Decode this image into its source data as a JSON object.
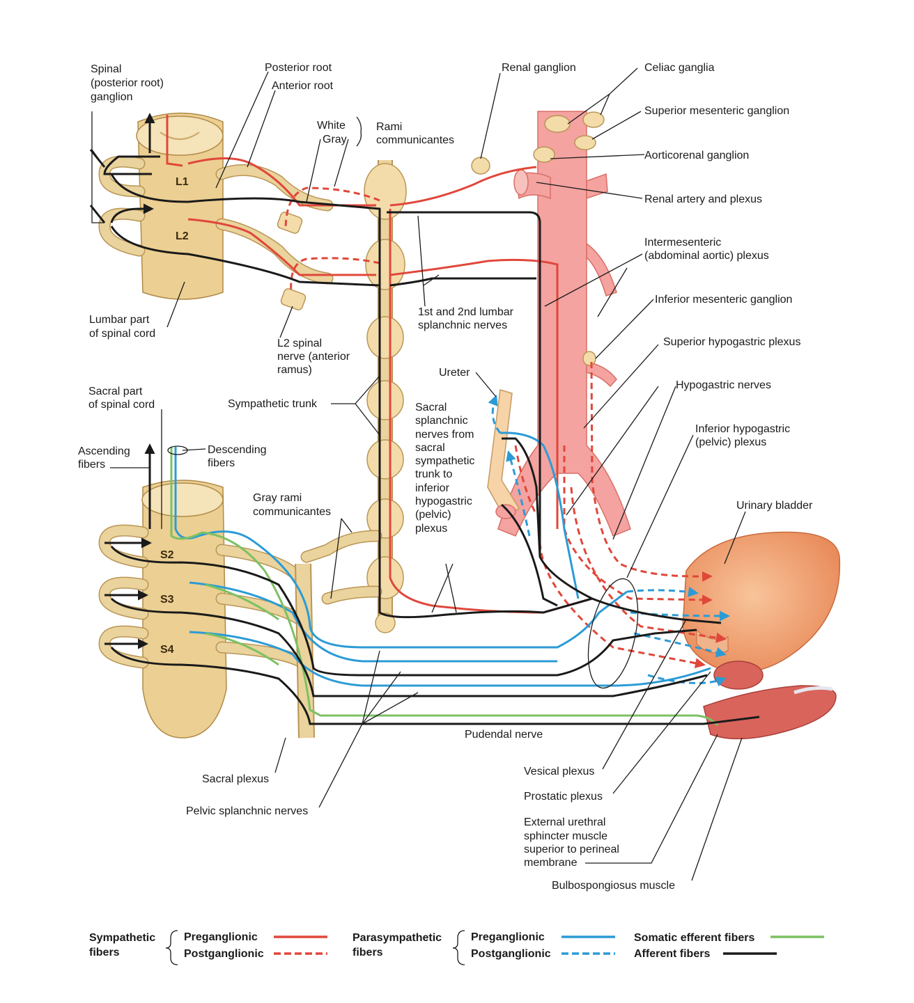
{
  "labels": {
    "spinal_ganglion_1": "Spinal",
    "spinal_ganglion_2": "(posterior root)",
    "spinal_ganglion_3": "ganglion",
    "posterior_root": "Posterior root",
    "anterior_root": "Anterior root",
    "white": "White",
    "gray": "Gray",
    "rami_1": "Rami",
    "rami_2": "communicantes",
    "renal_ganglion": "Renal ganglion",
    "celiac_ganglia": "Celiac ganglia",
    "superior_mesenteric_ganglion": "Superior mesenteric ganglion",
    "aorticorenal_ganglion": "Aorticorenal ganglion",
    "renal_artery": "Renal artery and plexus",
    "intermesenteric_1": "Intermesenteric",
    "intermesenteric_2": "(abdominal aortic) plexus",
    "inferior_mesenteric_ganglion": "Inferior mesenteric ganglion",
    "superior_hypogastric": "Superior hypogastric plexus",
    "hypogastric_nerves": "Hypogastric nerves",
    "inferior_hypogastric_1": "Inferior hypogastric",
    "inferior_hypogastric_2": "(pelvic) plexus",
    "urinary_bladder": "Urinary bladder",
    "lumbar_part_1": "Lumbar part",
    "lumbar_part_2": "of spinal cord",
    "l2_spinal_1": "L2 spinal",
    "l2_spinal_2": "nerve (anterior",
    "l2_spinal_3": "ramus)",
    "lumbar_splanchnic_1": "1st and 2nd lumbar",
    "lumbar_splanchnic_2": "splanchnic nerves",
    "ureter": "Ureter",
    "sacral_splanchnic": [
      "Sacral",
      "splanchnic",
      "nerves from",
      "sacral",
      "sympathetic",
      "trunk to",
      "inferior",
      "hypogastric",
      "(pelvic)",
      "plexus"
    ],
    "sacral_part_1": "Sacral part",
    "sacral_part_2": "of spinal cord",
    "sympathetic_trunk": "Sympathetic trunk",
    "ascending_1": "Ascending",
    "ascending_2": "fibers",
    "descending_1": "Descending",
    "descending_2": "fibers",
    "gray_rami_1": "Gray rami",
    "gray_rami_2": "communicantes",
    "pudendal_nerve": "Pudendal nerve",
    "sacral_plexus": "Sacral plexus",
    "pelvic_splanchnic": "Pelvic splanchnic nerves",
    "vesical_plexus": "Vesical plexus",
    "prostatic_plexus": "Prostatic plexus",
    "ext_sphincter_1": "External urethral",
    "ext_sphincter_2": "sphincter muscle",
    "ext_sphincter_3": "superior to perineal",
    "ext_sphincter_4": "membrane",
    "bulbospongiosus": "Bulbospongiosus muscle"
  },
  "segments": {
    "l1": "L1",
    "l2": "L2",
    "s2": "S2",
    "s3": "S3",
    "s4": "S4"
  },
  "legend": {
    "sympathetic_1": "Sympathetic",
    "sympathetic_2": "fibers",
    "symp_pre": "Preganglionic",
    "symp_post": "Postganglionic",
    "parasympathetic_1": "Parasympathetic",
    "parasympathetic_2": "fibers",
    "para_pre": "Preganglionic",
    "para_post": "Postganglionic",
    "somatic": "Somatic efferent fibers",
    "afferent": "Afferent fibers"
  },
  "colors": {
    "sympathetic": "#e0473a",
    "parasympathetic": "#2b9bd6",
    "somatic": "#7cc163",
    "afferent": "#1a1a1a",
    "bone": "#f3dcaa",
    "vessel": "#f4a3a0",
    "bladder": "#f3a877",
    "muscle": "#d9645c"
  }
}
